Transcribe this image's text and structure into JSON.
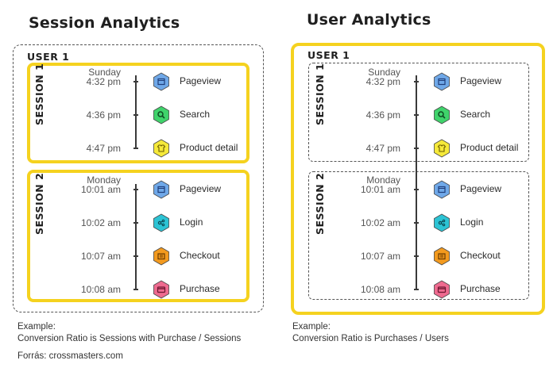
{
  "left": {
    "title": "Session Analytics",
    "user": "USER 1",
    "sessions": [
      {
        "label": "SESSION 1",
        "events": [
          {
            "day": "Sunday",
            "time": "4:32 pm",
            "name": "Pageview",
            "icon": "pageview-icon",
            "color": "#6fa8e8"
          },
          {
            "day": "",
            "time": "4:36 pm",
            "name": "Search",
            "icon": "search-icon",
            "color": "#3fd36b"
          },
          {
            "day": "",
            "time": "4:47 pm",
            "name": "Product detail",
            "icon": "shirt-icon",
            "color": "#f5e93a"
          }
        ]
      },
      {
        "label": "SESSION 2",
        "events": [
          {
            "day": "Monday",
            "time": "10:01 am",
            "name": "Pageview",
            "icon": "pageview-icon",
            "color": "#6fa8e8"
          },
          {
            "day": "",
            "time": "10:02 am",
            "name": "Login",
            "icon": "login-icon",
            "color": "#2cc3d4"
          },
          {
            "day": "",
            "time": "10:07 am",
            "name": "Checkout",
            "icon": "checkout-icon",
            "color": "#f39a1e"
          },
          {
            "day": "",
            "time": "10:08 am",
            "name": "Purchase",
            "icon": "purchase-icon",
            "color": "#ee6a8f"
          }
        ]
      }
    ],
    "example_line1": "Example:",
    "example_line2": "Conversion Ratio is Sessions with Purchase / Sessions"
  },
  "right": {
    "title": "User Analytics",
    "user": "USER 1",
    "sessions": [
      {
        "label": "SESSION 1",
        "events": [
          {
            "day": "Sunday",
            "time": "4:32 pm",
            "name": "Pageview",
            "icon": "pageview-icon",
            "color": "#6fa8e8"
          },
          {
            "day": "",
            "time": "4:36 pm",
            "name": "Search",
            "icon": "search-icon",
            "color": "#3fd36b"
          },
          {
            "day": "",
            "time": "4:47 pm",
            "name": "Product detail",
            "icon": "shirt-icon",
            "color": "#f5e93a"
          }
        ]
      },
      {
        "label": "SESSION 2",
        "events": [
          {
            "day": "Monday",
            "time": "10:01 am",
            "name": "Pageview",
            "icon": "pageview-icon",
            "color": "#6fa8e8"
          },
          {
            "day": "",
            "time": "10:02 am",
            "name": "Login",
            "icon": "login-icon",
            "color": "#2cc3d4"
          },
          {
            "day": "",
            "time": "10:07 am",
            "name": "Checkout",
            "icon": "checkout-icon",
            "color": "#f39a1e"
          },
          {
            "day": "",
            "time": "10:08 am",
            "name": "Purchase",
            "icon": "purchase-icon",
            "color": "#ee6a8f"
          }
        ]
      }
    ],
    "example_line1": "Example:",
    "example_line2": "Conversion Ratio is Purchases / Users"
  },
  "source": "Forrás: crossmasters.com",
  "colors": {
    "highlight": "#f5d21f",
    "line": "#3a3a3a"
  }
}
